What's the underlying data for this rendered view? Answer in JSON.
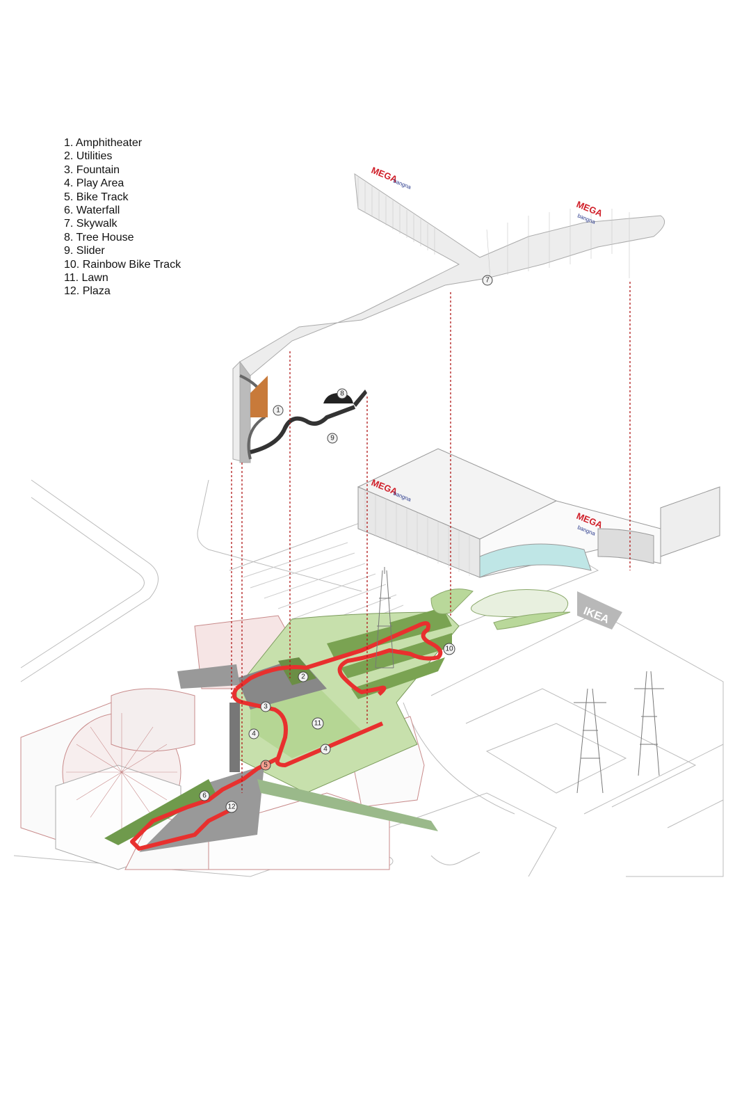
{
  "legend": {
    "items": [
      "1. Amphitheater",
      "2. Utilities",
      "3. Fountain",
      "4. Play Area",
      "5. Bike Track",
      "6. Waterfall",
      "7. Skywalk",
      "8. Tree House",
      "9. Slider",
      "10. Rainbow Bike Track",
      "11. Lawn",
      "12. Plaza"
    ]
  },
  "callouts": {
    "c1": "1",
    "c2": "2",
    "c3": "3",
    "c4": "4",
    "c5": "5",
    "c6": "6",
    "c7": "7",
    "c8": "8",
    "c9": "9",
    "c10": "10",
    "c11": "11",
    "c12": "12"
  },
  "signage": {
    "mega": "MEGA",
    "bangna": "bangna",
    "ikea": "IKEA"
  },
  "colors": {
    "bike_track": "#e8302e",
    "lawn": "#b9d89a",
    "lawn_dark": "#6f9a4c",
    "guide_line": "#b01818",
    "context_line": "#c88a8a"
  }
}
